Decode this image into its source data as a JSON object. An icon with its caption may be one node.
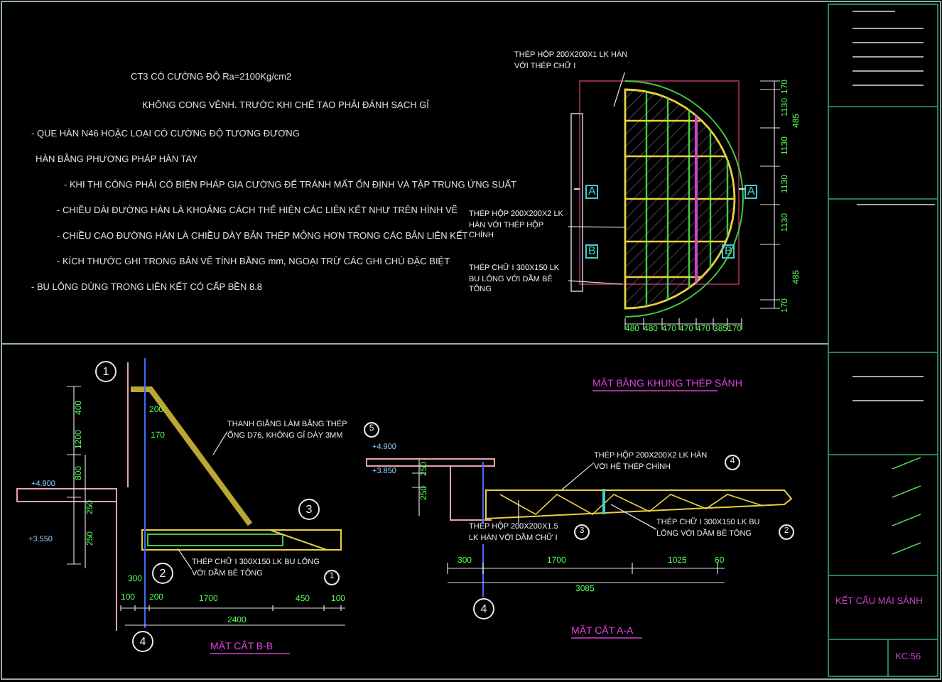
{
  "diagram": {
    "nodes": [
      {
        "text": [
          "THÉP HỘP 200X200X1 LK HÀN VỚI THÉP CHỮ I"
        ]
      },
      {
        "text": [
          "THÉP HỘP 200X200X2 LK HÀN VỚI THÉP HỘP CHÍNH"
        ]
      },
      {
        "text": [
          "THÉP CHỮ I 300X150 LK BU LÔNG VỚI DẦM BÊ TÔNG"
        ]
      },
      {
        "text": [
          "THANH GIẰNG LÀM BẰNG THÉP ỐNG D76, KHÔNG GỈ DÀY 3MM"
        ],
        "beside": [
          "5"
        ]
      },
      {
        "text": [
          "THÉP CHỮ I 300X150 LK BU LÔNG VỚI DẦM BÊ TÔNG"
        ],
        "beside": [
          "1"
        ]
      },
      {
        "text": [
          "THÉP HỘP 200X200X2 LK HÀN VỚI HỆ THÉP CHÍNH"
        ],
        "beside": [
          "4"
        ]
      },
      {
        "text": [
          "THÉP HỘP 200X200X1.5 LK HÀN VỚI DẦM CHỮ I"
        ],
        "beside": [
          "3"
        ]
      },
      {
        "text": [
          "THÉP CHỮ I 300X150 LK BU LÔNG VỚI DẦM BÊ TÔNG"
        ],
        "beside": [
          "2"
        ]
      }
    ],
    "edges": [
      {
        "from": 0,
        "to": null,
        "arrow": "none"
      },
      {
        "from": 1,
        "to": null,
        "arrow": "none"
      },
      {
        "from": 2,
        "to": null,
        "arrow": "none"
      },
      {
        "from": 3,
        "to": null,
        "arrow": "none"
      },
      {
        "from": 4,
        "to": null,
        "arrow": "none"
      },
      {
        "from": 5,
        "to": null,
        "arrow": "none"
      },
      {
        "from": 6,
        "to": null,
        "arrow": "none"
      },
      {
        "from": 7,
        "to": null,
        "arrow": "none"
      }
    ],
    "labels": [
      "CT3 CÓ CƯỜNG ĐỘ Ra=2100Kg/cm2",
      "KHÔNG CONG VÊNH. TRƯỚC KHI CHẾ TẠO PHẢI ĐÁNH SẠCH GỈ",
      "- QUE HÀN N46 HOẶC LOẠI CÓ CƯỜNG ĐỘ TƯƠNG ĐƯƠNG",
      "HÀN BẰNG PHƯƠNG PHÁP HÀN TAY",
      "- KHI THI CÔNG PHẢI CÓ BIỆN PHÁP GIA CƯỜNG ĐỂ TRÁNH MẤT ỔN ĐỊNH VÀ TẬP TRUNG ỨNG SUẤT",
      "- CHIỀU DÀI ĐƯỜNG HÀN LÀ KHOẢNG CÁCH THỂ HIỆN CÁC LIÊN KẾT NHƯ TRÊN HÌNH VẼ",
      "- CHIỀU CAO ĐƯỜNG HÀN LÀ CHIỀU DÀY BẢN THÉP MỎNG HƠN TRONG CÁC BẢN LIÊN KẾT",
      "- KÍCH THƯỚC GHI TRONG BẢN VẼ TÍNH BẰNG mm, NGOẠI TRỪ CÁC GHI CHÚ ĐẶC BIỆT",
      "- BU LÔNG DÙNG TRONG LIÊN KẾT CÓ CẤP BỀN 8.8",
      "A",
      "A",
      "B",
      "B",
      "170",
      "1130",
      "1130",
      "1130",
      "1130",
      "170",
      "485",
      "485",
      "480",
      "480",
      "470",
      "470",
      "470",
      "385",
      "170",
      "1",
      "2",
      "3",
      "4",
      "+4.900",
      "+3.550",
      "400",
      "1200",
      "800",
      "250",
      "250",
      "200",
      "170",
      "300",
      "100",
      "200",
      "1700",
      "450",
      "100",
      "2400",
      "MẶT CẮT B-B",
      "MẶT BẰNG KHUNG THÉP SẢNH",
      "+4.900",
      "+3.850",
      "250",
      "250",
      "300",
      "1700",
      "1025",
      "60",
      "3085",
      "4",
      "MẶT CẮT A-A",
      "KẾT CẤU MÁI SẢNH",
      "KC:56"
    ]
  }
}
